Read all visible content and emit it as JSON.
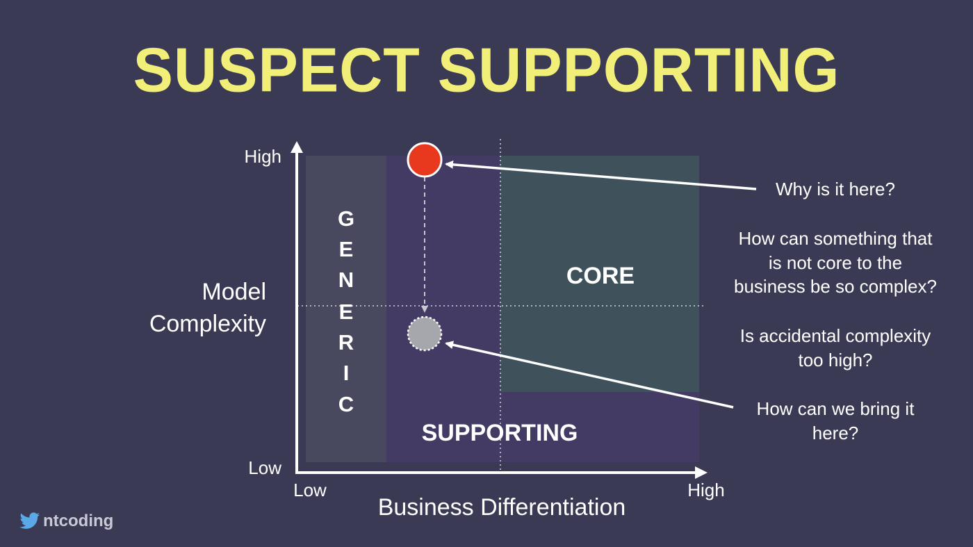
{
  "slide": {
    "title": "SUSPECT SUPPORTING",
    "handle": "ntcoding",
    "handle_icon": "twitter-bird-icon"
  },
  "axes": {
    "y_label_line1": "Model",
    "y_label_line2": "Complexity",
    "y_high": "High",
    "y_low": "Low",
    "x_label": "Business Differentiation",
    "x_low": "Low",
    "x_high": "High"
  },
  "regions": {
    "generic": [
      "G",
      "E",
      "N",
      "E",
      "R",
      "I",
      "C"
    ],
    "core": "CORE",
    "supporting": "SUPPORTING"
  },
  "callouts": {
    "why": "Why is it here?",
    "how_complex": [
      "How can something that",
      "is not core to the",
      "business be so complex?"
    ],
    "accidental": [
      "Is accidental complexity",
      "too high?"
    ],
    "bring": [
      "How can we bring it",
      "here?"
    ]
  },
  "colors": {
    "background": "#3b3a55",
    "title": "#f2ef79",
    "generic_region": "#48485e",
    "supporting_region": "#433b64",
    "core_region": "#3f525c",
    "current_position": "#e8391f",
    "target_position": "#a6a6ad"
  }
}
